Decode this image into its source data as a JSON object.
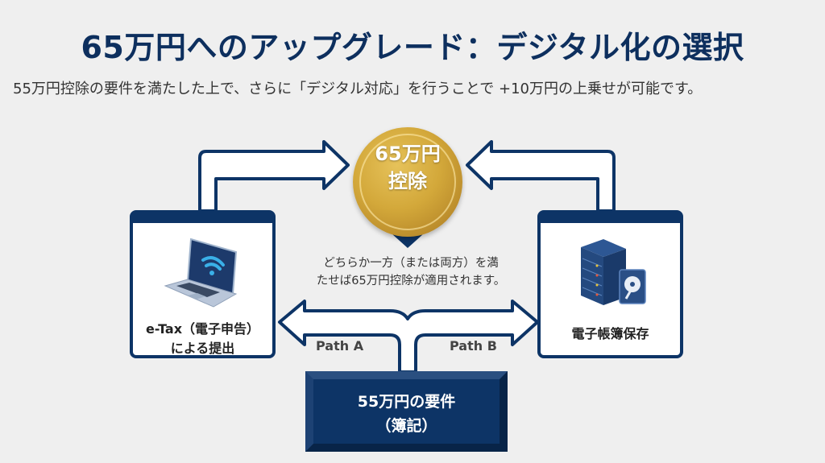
{
  "header": {
    "title": "65万円へのアップグレード：デジタル化の選択",
    "subtitle": "55万円控除の要件を満たした上で、さらに「デジタル対応」を行うことで +10万円の上乗せが可能です。"
  },
  "goal": {
    "line1": "65万円",
    "line2": "控除",
    "icon": "gold-coin"
  },
  "note": {
    "line1": "どちらか一方（または両方）を満",
    "line2": "たせば65万円控除が適用されます。"
  },
  "options": [
    {
      "id": "etax",
      "icon": "laptop-wifi-icon",
      "line1": "e-Tax（電子申告）",
      "line2": "による提出",
      "path_label": "Path A"
    },
    {
      "id": "ebook",
      "icon": "server-harddisk-icon",
      "line1": "電子帳簿保存",
      "path_label": "Path B"
    }
  ],
  "base": {
    "line1": "55万円の要件",
    "line2": "（簿記）"
  },
  "colors": {
    "navy": "#0d3466",
    "gold": "#d3a83a",
    "background": "#efefef",
    "wifi": "#3ab0e8"
  }
}
